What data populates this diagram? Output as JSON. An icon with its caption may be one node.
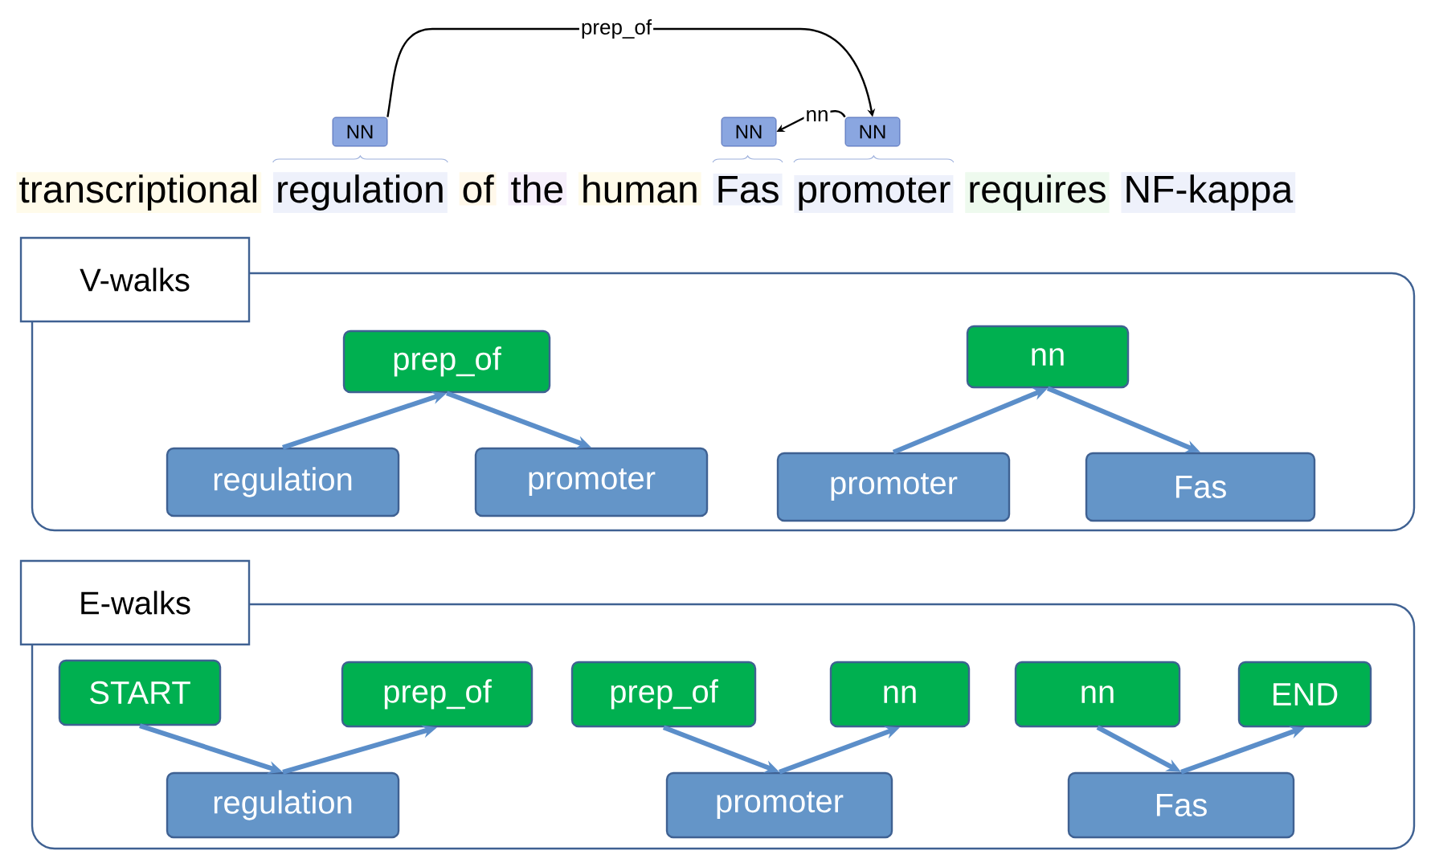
{
  "diagram": {
    "nodes": [
      {
        "text": [
          "NN"
        ]
      },
      {
        "text": [
          "NN"
        ]
      },
      {
        "text": [
          "NN"
        ]
      },
      {
        "text": [
          "V-walks"
        ]
      },
      {
        "text": [
          "prep_of"
        ],
        "in": 3
      },
      {
        "text": [
          "regulation"
        ],
        "in": 3
      },
      {
        "text": [
          "promoter"
        ],
        "in": 3
      },
      {
        "text": [
          "nn"
        ],
        "in": 3
      },
      {
        "text": [
          "promoter"
        ],
        "in": 3
      },
      {
        "text": [
          "Fas"
        ],
        "in": 3
      },
      {
        "text": [
          "E-walks"
        ]
      },
      {
        "text": [
          "START"
        ],
        "in": 10
      },
      {
        "text": [
          "prep_of"
        ],
        "in": 10
      },
      {
        "text": [
          "prep_of"
        ],
        "in": 10
      },
      {
        "text": [
          "nn"
        ],
        "in": 10
      },
      {
        "text": [
          "nn"
        ],
        "in": 10
      },
      {
        "text": [
          "END"
        ],
        "in": 10
      },
      {
        "text": [
          "regulation"
        ],
        "in": 10
      },
      {
        "text": [
          "promoter"
        ],
        "in": 10
      },
      {
        "text": [
          "Fas"
        ],
        "in": 10
      }
    ],
    "edges": [
      {
        "from": 0,
        "to": 2,
        "arrow": "to",
        "label": "prep_of",
        "color": "#000000"
      },
      {
        "from": 2,
        "to": 1,
        "arrow": "to",
        "label": "nn",
        "color": "#000000"
      },
      {
        "from": 5,
        "to": 4,
        "arrow": "to"
      },
      {
        "from": 4,
        "to": 6,
        "arrow": "to"
      },
      {
        "from": 8,
        "to": 7,
        "arrow": "to"
      },
      {
        "from": 7,
        "to": 9,
        "arrow": "to"
      },
      {
        "from": 11,
        "to": 17,
        "arrow": "to"
      },
      {
        "from": 17,
        "to": 12,
        "arrow": "to"
      },
      {
        "from": 13,
        "to": 18,
        "arrow": "to"
      },
      {
        "from": 18,
        "to": 14,
        "arrow": "to"
      },
      {
        "from": 15,
        "to": 19,
        "arrow": "to"
      },
      {
        "from": 19,
        "to": 16,
        "arrow": "to"
      }
    ],
    "labels": [
      "transcriptional",
      "regulation",
      "of",
      "the",
      "human",
      "Fas",
      "promoter",
      "requires",
      "NF-kappa"
    ]
  }
}
